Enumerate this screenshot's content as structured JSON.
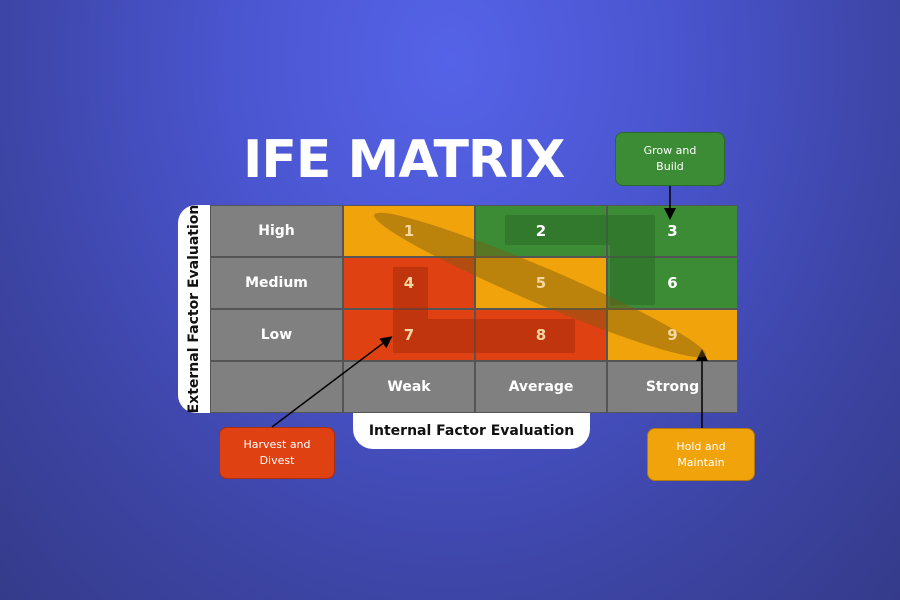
{
  "title": "IFE MATRIX",
  "axes": {
    "y_label": "External Factor Evaluation",
    "x_label": "Internal Factor Evaluation",
    "rows": [
      "High",
      "Medium",
      "Low"
    ],
    "cols": [
      "Weak",
      "Average",
      "Strong"
    ]
  },
  "cells": {
    "c1": "1",
    "c2": "2",
    "c3": "3",
    "c4": "4",
    "c5": "5",
    "c6": "6",
    "c7": "7",
    "c8": "8",
    "c9": "9"
  },
  "callouts": {
    "grow": "Grow and Build",
    "harvest": "Harvest and Divest",
    "hold": "Hold and Maintain"
  },
  "colors": {
    "green": "#3c8c35",
    "yellow": "#f0a30a",
    "red": "#e04112",
    "gray": "#808080",
    "background": "#4a55cf"
  },
  "chart_data": {
    "type": "table",
    "title": "IFE MATRIX",
    "xlabel": "Internal Factor Evaluation",
    "ylabel": "External Factor Evaluation",
    "columns": [
      "Weak",
      "Average",
      "Strong"
    ],
    "rows": [
      "High",
      "Medium",
      "Low"
    ],
    "values": [
      [
        1,
        2,
        3
      ],
      [
        4,
        5,
        6
      ],
      [
        7,
        8,
        9
      ]
    ],
    "zones": {
      "Grow and Build": [
        2,
        3,
        6
      ],
      "Hold and Maintain": [
        1,
        5,
        9
      ],
      "Harvest and Divest": [
        4,
        7,
        8
      ]
    }
  }
}
